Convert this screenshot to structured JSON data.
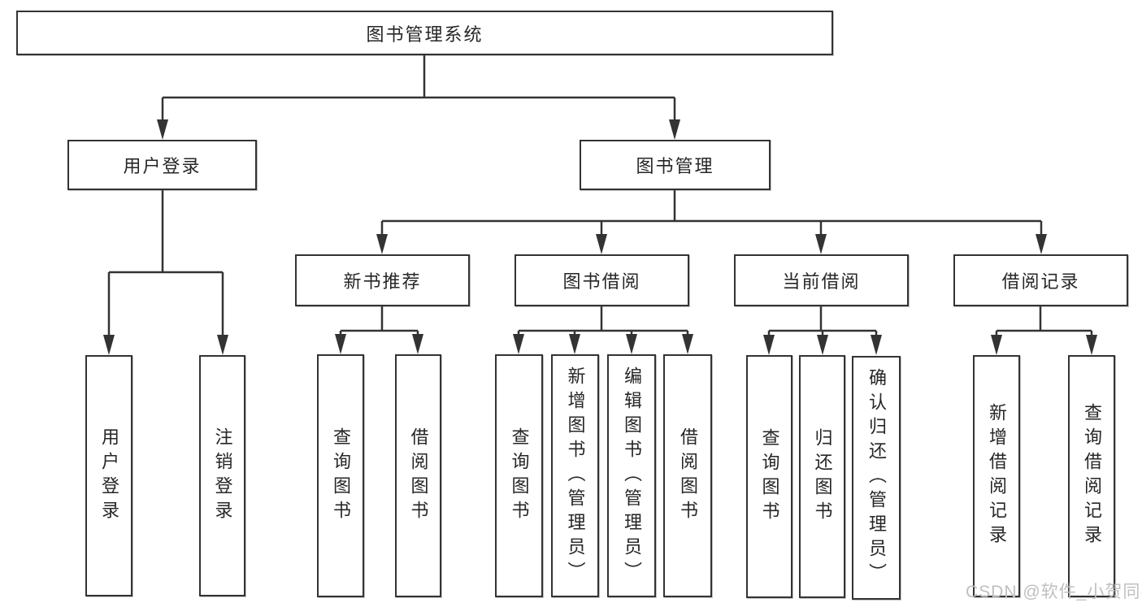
{
  "tree": {
    "label": "图书管理系统",
    "children": [
      {
        "label": "用户登录",
        "children": [
          {
            "label": "用户登录"
          },
          {
            "label": "注销登录"
          }
        ]
      },
      {
        "label": "图书管理",
        "children": [
          {
            "label": "新书推荐",
            "children": [
              {
                "label": "查询图书"
              },
              {
                "label": "借阅图书"
              }
            ]
          },
          {
            "label": "图书借阅",
            "children": [
              {
                "label": "查询图书"
              },
              {
                "label": "新增图书（管理员）"
              },
              {
                "label": "编辑图书（管理员）"
              },
              {
                "label": "借阅图书"
              }
            ]
          },
          {
            "label": "当前借阅",
            "children": [
              {
                "label": "查询图书"
              },
              {
                "label": "归还图书"
              },
              {
                "label": "确认归还（管理员）"
              }
            ]
          },
          {
            "label": "借阅记录",
            "children": [
              {
                "label": "新增借阅记录"
              },
              {
                "label": "查询借阅记录"
              }
            ]
          }
        ]
      }
    ]
  },
  "watermark": {
    "text": "CSDN @软件_小贺同学",
    "color": "#bfbfbf"
  },
  "colors": {
    "line": "#333333",
    "box_border": "#333333",
    "box_fill": "#ffffff",
    "text": "#262626",
    "background": "#ffffff"
  }
}
